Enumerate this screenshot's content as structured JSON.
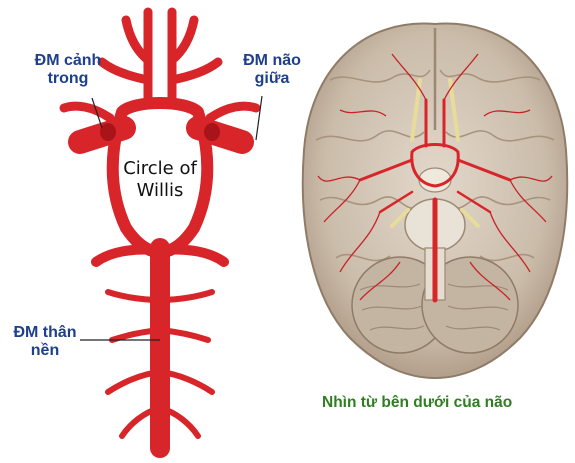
{
  "labels": {
    "internal_carotid_line1": "ĐM cảnh",
    "internal_carotid_line2": "trong",
    "middle_cerebral_line1": "ĐM não",
    "middle_cerebral_line2": "giữa",
    "basilar_line1": "ĐM thân",
    "basilar_line2": "nền",
    "circle_line1": "Circle of",
    "circle_line2": "Willis"
  },
  "caption": "Nhìn từ bên dưới của não",
  "colors": {
    "artery": "#d8252a",
    "artery_dark": "#a81419",
    "label": "#1d3f8c",
    "caption": "#2f7f21",
    "brain": "#cdbfae",
    "brain_dark": "#a3927e"
  }
}
